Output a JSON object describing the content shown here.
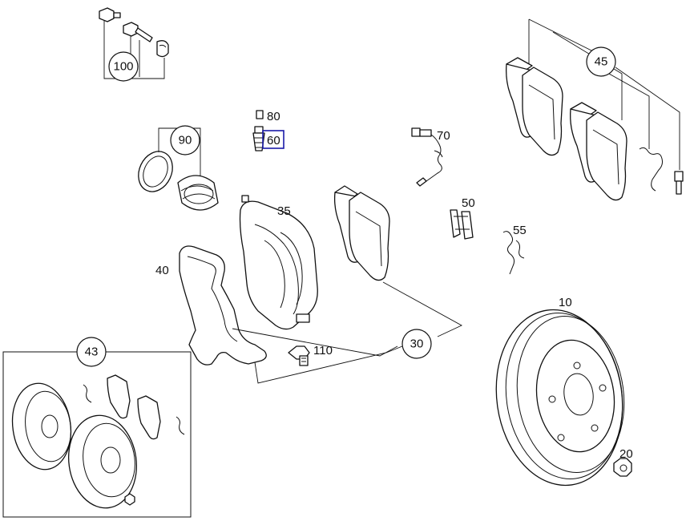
{
  "callouts": {
    "c100": "100",
    "c90": "90",
    "c45": "45",
    "c30": "30",
    "c43": "43"
  },
  "labels": {
    "l80": "80",
    "l60": "60",
    "l70": "70",
    "l35": "35",
    "l50": "50",
    "l55": "55",
    "l40": "40",
    "l110": "110",
    "l10": "10",
    "l20": "20"
  },
  "highlight": {
    "selected_label": "60",
    "color": "#1a1aa8"
  }
}
